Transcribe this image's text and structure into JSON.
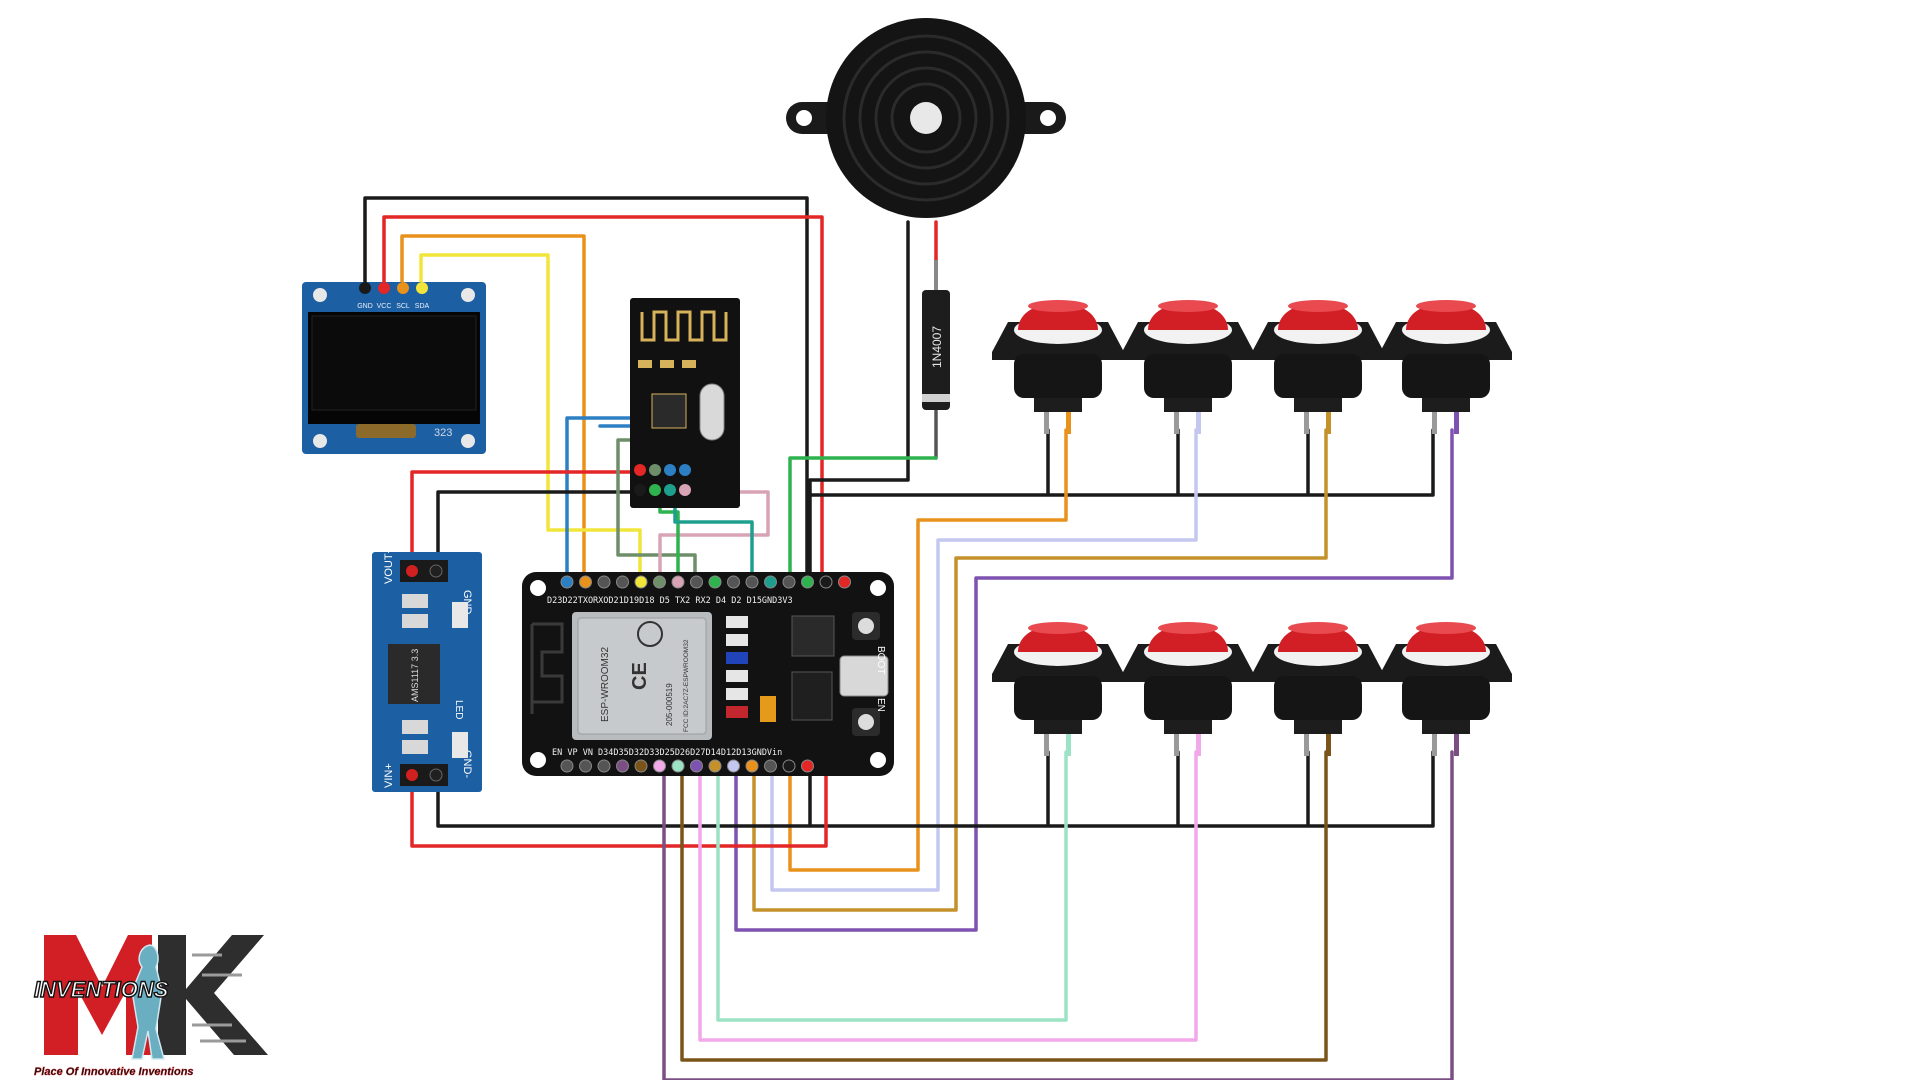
{
  "colors": {
    "black": "#1a1a1a",
    "red": "#e32626",
    "orange": "#e8921c",
    "yellow": "#f2e53a",
    "blue": "#2d7fc4",
    "green": "#2fb34f",
    "darkgreen": "#6e8e6a",
    "teal": "#1e9f8d",
    "pink": "#d8a3b5",
    "lavender": "#c4c8f0",
    "gold": "#c4912a",
    "purple": "#7e52b0",
    "mint": "#9be3c4",
    "lightpink": "#f2a9e9",
    "brown": "#7a5418",
    "plum": "#7c4f84",
    "button_red": "#d11f25",
    "pcb_blue": "#1c5fa3",
    "board_black": "#121212"
  },
  "oled": {
    "pins": [
      "GND",
      "VCC",
      "SCL",
      "SDA"
    ],
    "silk": "323"
  },
  "regulator": {
    "top_left": "VOUT+",
    "top_right": "GND-",
    "bottom_left": "VIN+",
    "bottom_right": "GND-",
    "led": "LED",
    "chip": "AMS1117 3.3"
  },
  "esp32": {
    "top_pins": "D23D22TXORXOD21D19D18 D5 TX2 RX2 D4 D2 D15GND3V3",
    "bottom_pins": "EN VP VN D34D35D32D33D25D26D27D14D12D13GNDVin",
    "module_name": "ESP-WROOM32",
    "module_id": "205-000519",
    "fcc": "FCC ID:2AC7Z-ESPWROOM32",
    "ce": "CE",
    "boot": "BOOT",
    "en": "EN"
  },
  "diode": {
    "label": "1N4007"
  },
  "logo": {
    "main": "INVENTIONS",
    "tagline": "Place Of Innovative Inventions"
  }
}
